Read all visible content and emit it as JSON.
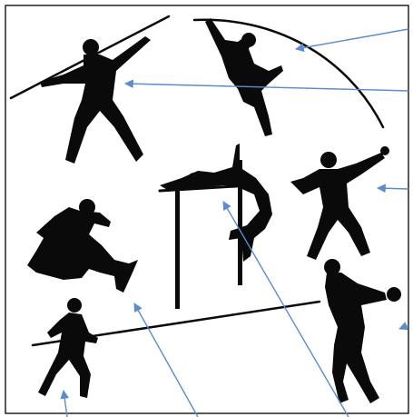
{
  "figure": {
    "background": "#ffffff",
    "frame_color": "#222222",
    "silhouette_color": "#0a0a0a",
    "arrow_color": "#5b8bd0"
  },
  "athletes": [
    "javelin-thrower",
    "pole-vaulter",
    "high-jumper",
    "shot-putter",
    "long-jumper",
    "discus-thrower",
    "runner"
  ]
}
